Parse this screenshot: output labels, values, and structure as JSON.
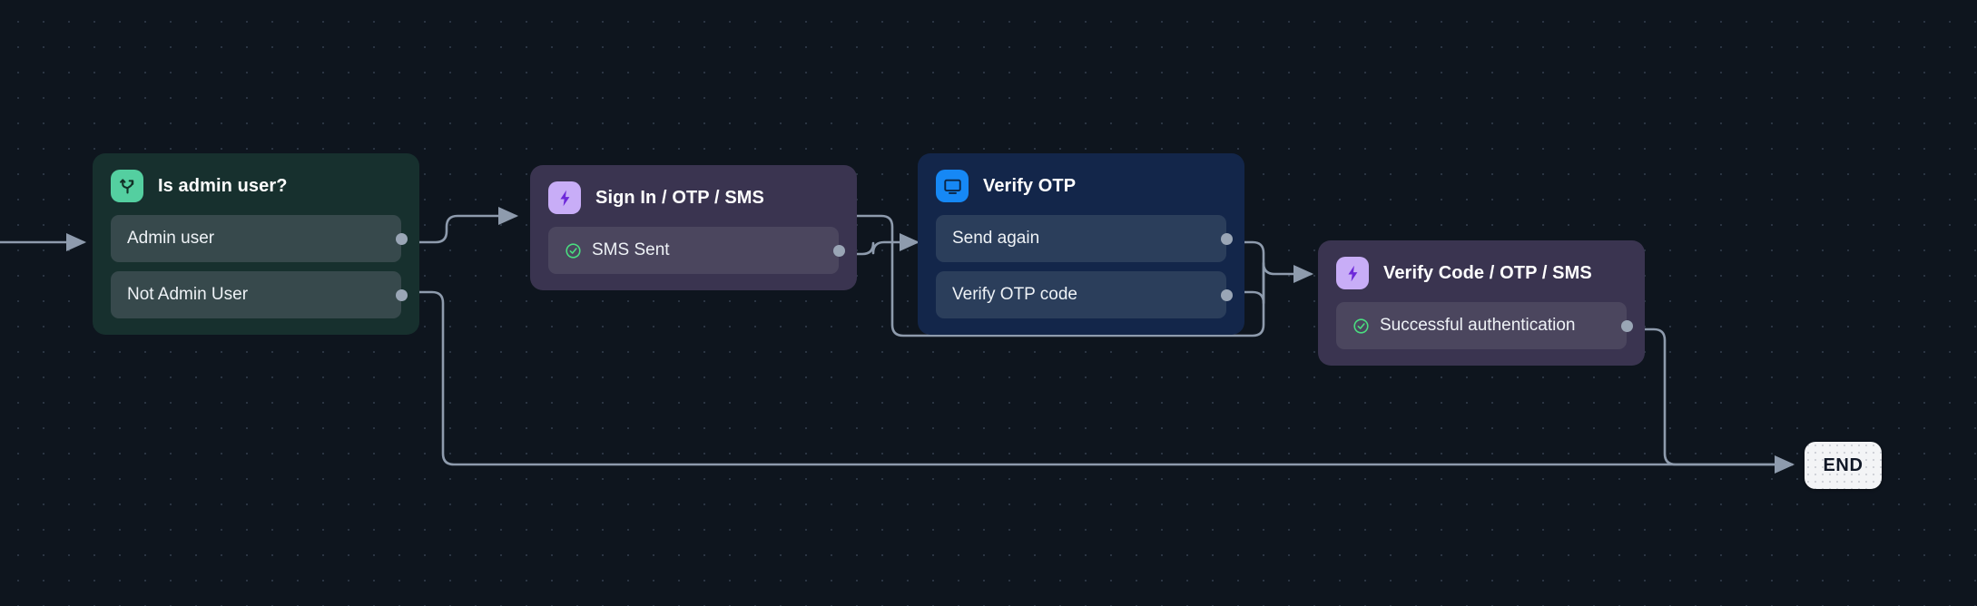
{
  "canvas": {
    "background_color": "#0e151e",
    "grid_dot_color": "#2a3442",
    "edge_color": "#9aa6b6"
  },
  "nodes": [
    {
      "id": "is-admin-user",
      "title": "Is admin user?",
      "icon": "branch-fork-icon",
      "icon_bg": "#54cfa0",
      "accent": "#17302e",
      "rows": [
        {
          "label": "Admin user",
          "status_icon": null
        },
        {
          "label": "Not Admin User",
          "status_icon": null
        }
      ]
    },
    {
      "id": "sign-in-otp-sms",
      "title": "Sign In / OTP / SMS",
      "icon": "lightning-bolt-icon",
      "icon_bg": "#c8adf7",
      "accent": "#3a3450",
      "rows": [
        {
          "label": "SMS Sent",
          "status_icon": "check-circle-icon"
        }
      ]
    },
    {
      "id": "verify-otp",
      "title": "Verify OTP",
      "icon": "monitor-screen-icon",
      "icon_bg": "#1688f5",
      "accent": "#13264a",
      "rows": [
        {
          "label": "Send again",
          "status_icon": null
        },
        {
          "label": "Verify OTP code",
          "status_icon": null
        }
      ]
    },
    {
      "id": "verify-code-otp-sms",
      "title": "Verify Code / OTP / SMS",
      "icon": "lightning-bolt-icon",
      "icon_bg": "#c8adf7",
      "accent": "#3a3450",
      "rows": [
        {
          "label": "Successful authentication",
          "status_icon": "check-circle-icon"
        }
      ]
    }
  ],
  "terminal": {
    "label": "END"
  },
  "edges": [
    {
      "from": "entry",
      "to": "is-admin-user"
    },
    {
      "from": "is-admin-user.Admin user",
      "to": "sign-in-otp-sms"
    },
    {
      "from": "is-admin-user.Not Admin User",
      "to": "END"
    },
    {
      "from": "sign-in-otp-sms.SMS Sent",
      "to": "verify-otp"
    },
    {
      "from": "verify-otp.Send again",
      "to": "sign-in-otp-sms"
    },
    {
      "from": "verify-otp.Verify OTP code",
      "to": "verify-code-otp-sms"
    },
    {
      "from": "verify-code-otp-sms.Successful authentication",
      "to": "END"
    }
  ]
}
